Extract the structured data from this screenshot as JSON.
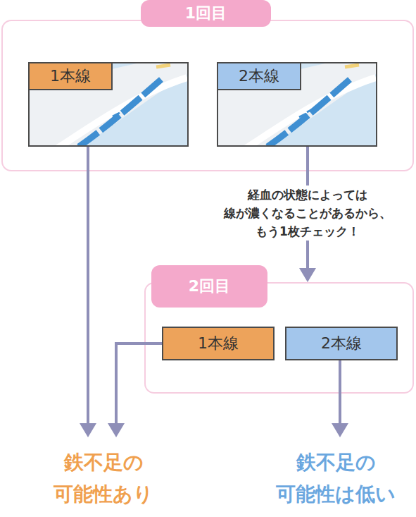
{
  "diagram": {
    "nodes": [
      {
        "text": [
          "1回目"
        ]
      },
      {
        "text": [
          "1本線"
        ],
        "in": 0
      },
      {
        "text": [
          "2本線"
        ],
        "in": 0
      },
      {
        "text": [
          "2回目"
        ]
      },
      {
        "text": [
          "1本線"
        ],
        "in": 3
      },
      {
        "text": [
          "2本線"
        ],
        "in": 3
      },
      {
        "text": [
          "鉄不足の 可能性あり"
        ]
      },
      {
        "text": [
          "鉄不足の 可能性は低い"
        ]
      }
    ],
    "edges": [
      {
        "from": 1,
        "to": 6,
        "arrow": "to"
      },
      {
        "from": 2,
        "to": 3,
        "arrow": "to",
        "label": "経血の状態によっては 線が濃くなることがあるから、 もう1枚チェック！"
      },
      {
        "from": 4,
        "to": 6,
        "arrow": "to"
      },
      {
        "from": 5,
        "to": 7,
        "arrow": "to"
      }
    ]
  }
}
